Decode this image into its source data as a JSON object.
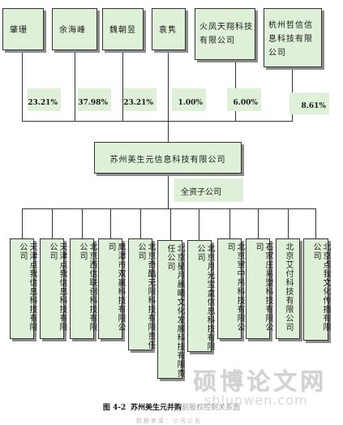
{
  "shareholders": [
    {
      "name": "肇珊",
      "pct": "23.21%"
    },
    {
      "name": "余海峰",
      "pct": "37.98%"
    },
    {
      "name": "魏朝昱",
      "pct": "23.21%"
    },
    {
      "name": "袁隽",
      "pct": "1.00%"
    },
    {
      "name": "火凤天翔科技有限公司",
      "pct": "6.00%"
    },
    {
      "name": "杭州哲信信息科技有限公司",
      "pct": "8.61%"
    }
  ],
  "parent": {
    "name": "苏州美生元信息科技有限公司"
  },
  "relation": {
    "label": "全资子公司"
  },
  "subsidiaries": [
    "天津点我信息科技有限公司",
    "天津点我信息科技有限公司",
    "北京西信联创科技有限公司",
    "鹰潭市双赢科技有限公司",
    "北京奇酷无限科技有限责任公司",
    "北京星月晨曦文化发展科技有限责任公司",
    "北京月光宝盒信息科技有限公司",
    "北京掌中吊科技有限公司",
    "石家庄易盟科技有限公司",
    "北京艾付科技有限公司",
    "北京点我文化传播有限公司"
  ],
  "caption": {
    "label": "图 4-2",
    "title_bold": "苏州美生元并购",
    "title_rest": "前股权控制关系图",
    "tail": "数据来源：公司公告"
  },
  "watermark": {
    "cn": "硕博论文网",
    "url": "sblunwen.com"
  }
}
